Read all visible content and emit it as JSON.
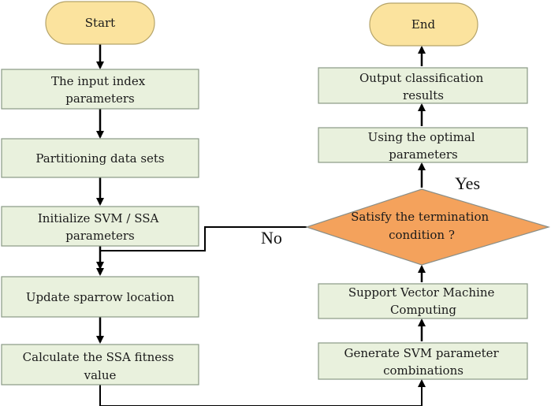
{
  "diagram": {
    "colors": {
      "box_fill": "#e9f1dd",
      "box_stroke": "#8a9a86",
      "terminal_fill": "#fbe39e",
      "terminal_stroke": "#b5a46a",
      "decision_fill": "#f4a25c",
      "decision_stroke": "#8a8f88",
      "line": "#000000"
    },
    "left_column": {
      "start": "Start",
      "step1": [
        "The input index",
        "parameters"
      ],
      "step2": "Partitioning data sets",
      "step3": [
        "Initialize SVM / SSA",
        "parameters"
      ],
      "step4": "Update sparrow location",
      "step5": [
        "Calculate the SSA fitness",
        "value"
      ]
    },
    "right_column": {
      "end": "End",
      "output": [
        "Output classification",
        "results"
      ],
      "optimal": [
        "Using the optimal",
        "parameters"
      ],
      "decision": [
        "Satisfy the termination",
        "condition ?"
      ],
      "compute": [
        "Support Vector Machine",
        "Computing"
      ],
      "generate": [
        "Generate SVM parameter",
        "combinations"
      ]
    },
    "labels": {
      "yes": "Yes",
      "no": "No"
    }
  }
}
